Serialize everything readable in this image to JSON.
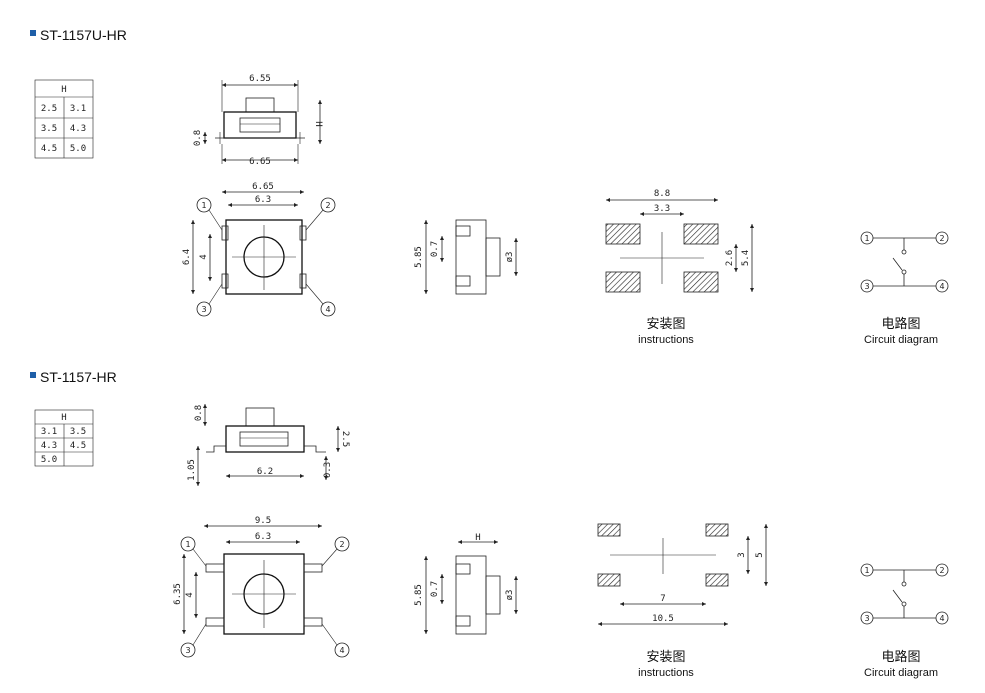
{
  "sections": [
    {
      "heading": "ST-1157U-HR",
      "accent_color": "#1f5fa8",
      "table": {
        "header": "H",
        "rows": [
          [
            "2.5",
            "3.1"
          ],
          [
            "3.5",
            "4.3"
          ],
          [
            "4.5",
            "5.0"
          ]
        ]
      },
      "side_view": {
        "top_width": "6.55",
        "bottom_width": "6.65",
        "standoff": "0.8",
        "height_label": "H"
      },
      "top_view": {
        "outer_width": "6.65",
        "inner_width": "6.3",
        "outer_height": "6.4",
        "inner_height": "4",
        "pins": [
          "1",
          "2",
          "3",
          "4"
        ]
      },
      "end_view": {
        "height": "5.85",
        "pad": "0.7",
        "dia": "ø3"
      },
      "footprint": {
        "outer_width": "8.8",
        "inner_width": "3.3",
        "inner_height": "2.6",
        "outer_height": "5.4",
        "caption_cn": "安装图",
        "caption_en": "instructions"
      },
      "circuit": {
        "pins": [
          "1",
          "2",
          "3",
          "4"
        ],
        "caption_cn": "电路图",
        "caption_en": "Circuit diagram"
      }
    },
    {
      "heading": "ST-1157-HR",
      "accent_color": "#1f5fa8",
      "table": {
        "header": "H",
        "rows": [
          [
            "3.1",
            "3.5"
          ],
          [
            "4.3",
            "4.5"
          ],
          [
            "5.0",
            ""
          ]
        ]
      },
      "side_view": {
        "top_gap": "0.8",
        "right_height": "2.5",
        "bottom_left": "1.05",
        "bottom_right": "0.3",
        "width": "6.2"
      },
      "top_view": {
        "outer_width": "9.5",
        "inner_width": "6.3",
        "outer_height": "6.35",
        "inner_height": "4",
        "pins": [
          "1",
          "2",
          "3",
          "4"
        ]
      },
      "end_view": {
        "height": "5.85",
        "pad": "0.7",
        "dia": "ø3",
        "height_label": "H"
      },
      "footprint": {
        "inner_width": "7",
        "outer_width": "10.5",
        "inner_height": "3",
        "outer_height": "5",
        "caption_cn": "安装图",
        "caption_en": "instructions"
      },
      "circuit": {
        "pins": [
          "1",
          "2",
          "3",
          "4"
        ],
        "caption_cn": "电路图",
        "caption_en": "Circuit diagram"
      }
    }
  ]
}
